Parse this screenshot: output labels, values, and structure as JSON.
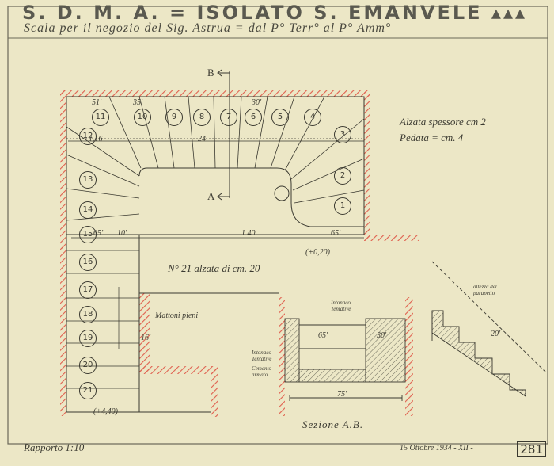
{
  "title": "S. D. M. A. = ISOLATO S. EMANVELE ▴▴▴",
  "subtitle": "Scala per il negozio del Sig. Astrua = dal P° Terr° al P° Amm°",
  "notes": {
    "alzata": "Alzata spessore cm 2",
    "pedata": "Pedata = cm. 4",
    "alzate_count": "N° 21 alzata di cm. 20",
    "mattoni": "Mattoni pieni",
    "altezza": "altezza del parapetto",
    "intonaco1": "Intonaco Tentative",
    "intonaco2": "Intonaco Tentative",
    "cemento": "Cemento armato",
    "sezione": "Sezione A.B.",
    "rapporto": "Rapporto 1:10",
    "date": "15 Ottobre 1934 - XII -",
    "sheet_number": "281"
  },
  "section_marks": {
    "b": "B",
    "a": "A"
  },
  "dimensions": {
    "d140": "1.40",
    "d65a": "65'",
    "d65b": "65'",
    "d65c": "65'",
    "d10": "10'",
    "plus020": "(+0,20)",
    "plus440": "(+4,40)",
    "d75": "75'",
    "d30": "30'",
    "d16": "16'",
    "d16b": "1.16",
    "d24": "24'",
    "d51": "51'",
    "d35": "35'",
    "d30b": "30'",
    "d20": "20'"
  },
  "steps": [
    "1",
    "2",
    "3",
    "4",
    "5",
    "6",
    "7",
    "8",
    "9",
    "10",
    "11",
    "12",
    "13",
    "14",
    "15",
    "16",
    "17",
    "18",
    "19",
    "20",
    "21"
  ],
  "colors": {
    "paper": "#ece7c6",
    "ink": "#3a3930",
    "hatch": "#e0604f",
    "frame": "#6a6858"
  }
}
